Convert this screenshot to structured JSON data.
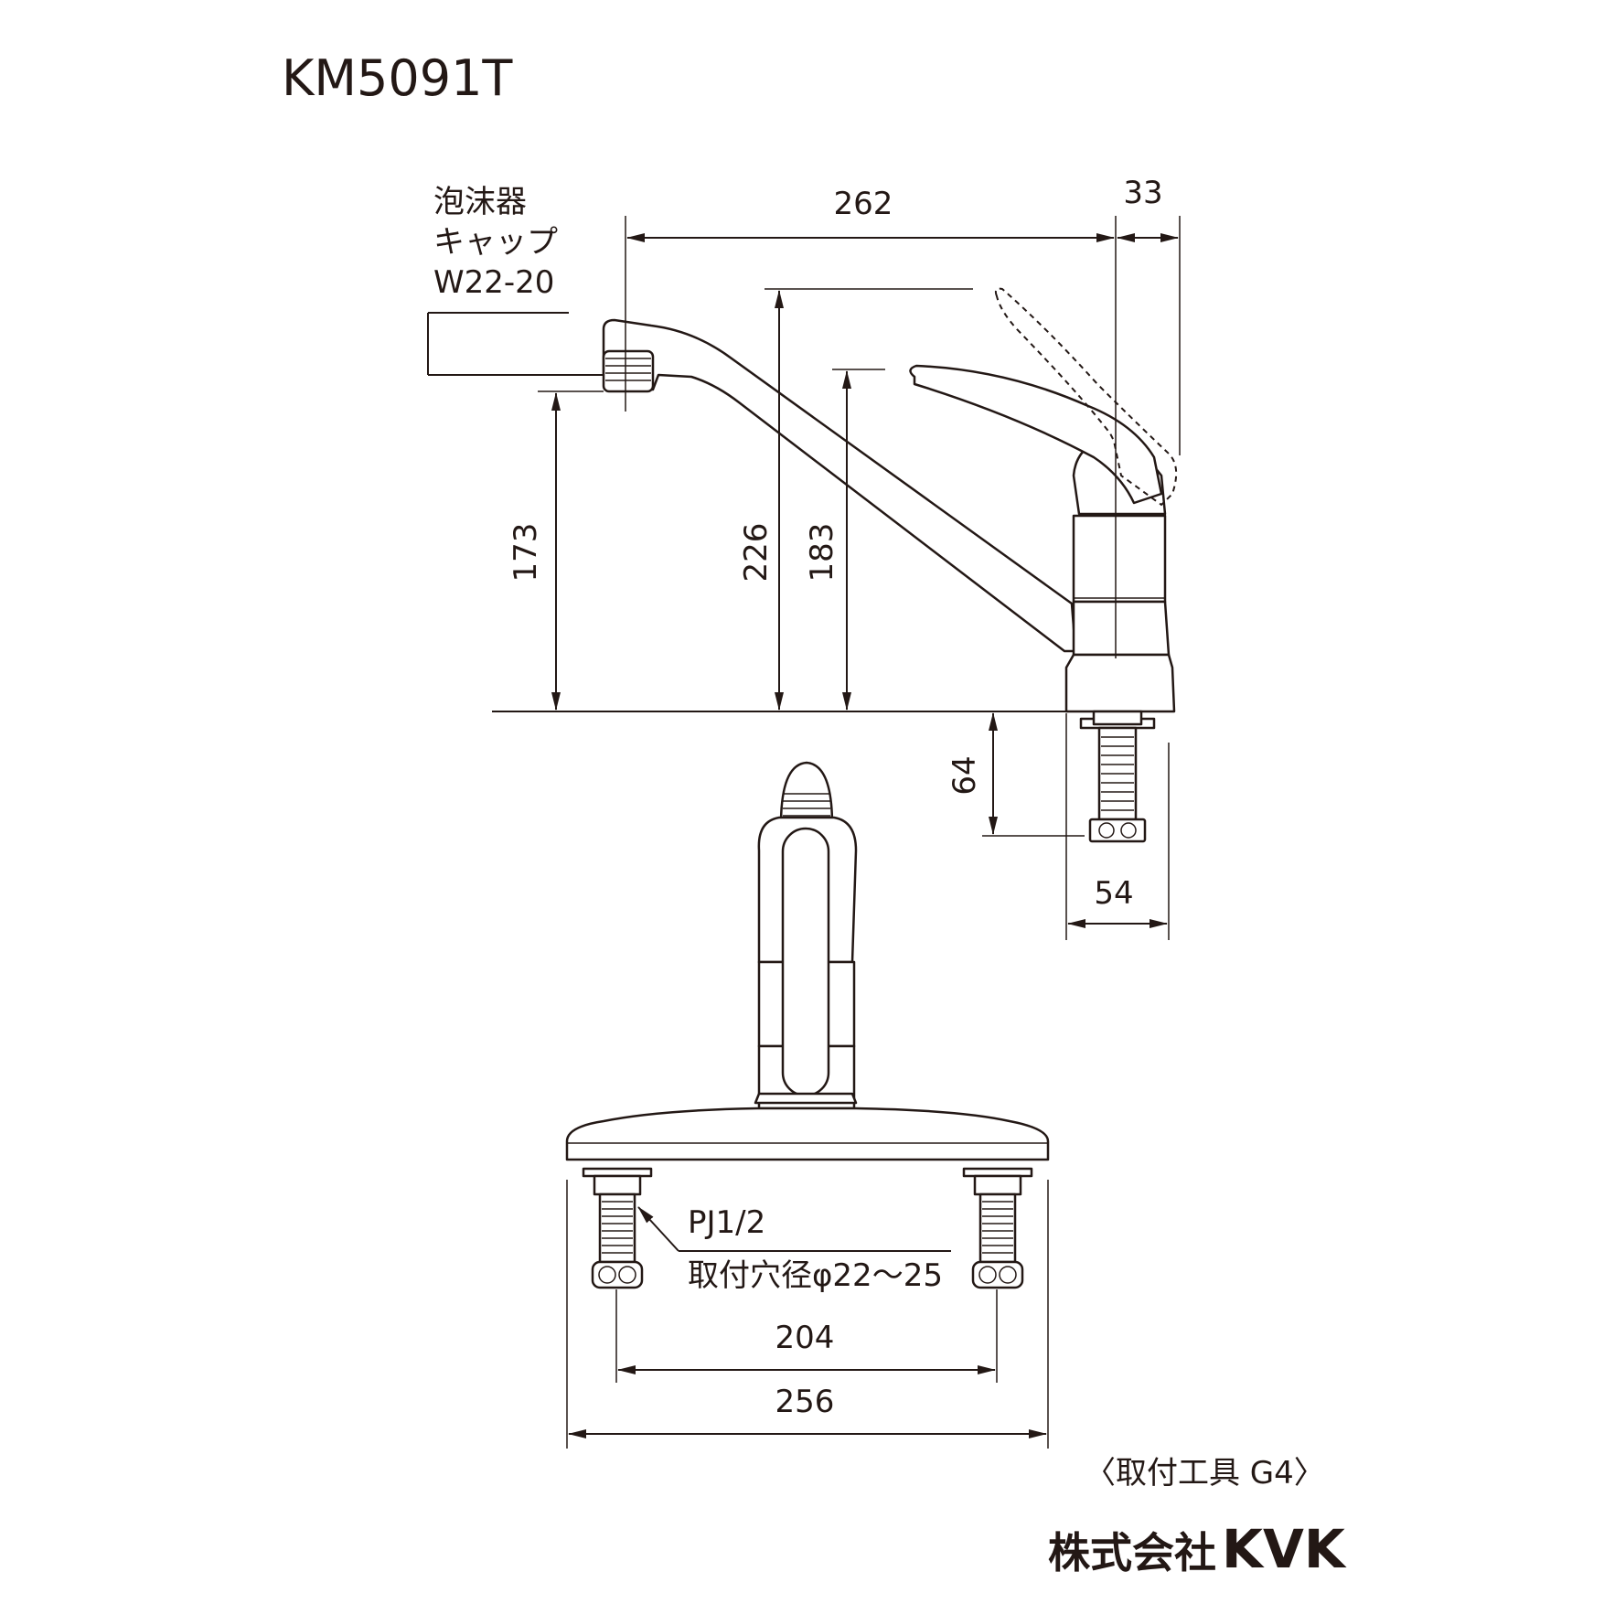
{
  "model": "KM5091T",
  "aerator_label": [
    "泡沫器",
    "キャップ",
    "W22-20"
  ],
  "dimensions": {
    "spout_reach": "262",
    "lever_throw": "33",
    "spout_height": "173",
    "overall_height": "226",
    "lever_height": "183",
    "shank_length": "64",
    "body_diameter": "54",
    "pitch": "204",
    "base_width": "256"
  },
  "connection": {
    "thread": "PJ1/2",
    "hole_label": "取付穴径",
    "hole_diameter": "φ22〜25"
  },
  "tool_note": "〈取付工具 G4〉",
  "company": {
    "name_ja": "株式会社",
    "logo": "KVK"
  }
}
